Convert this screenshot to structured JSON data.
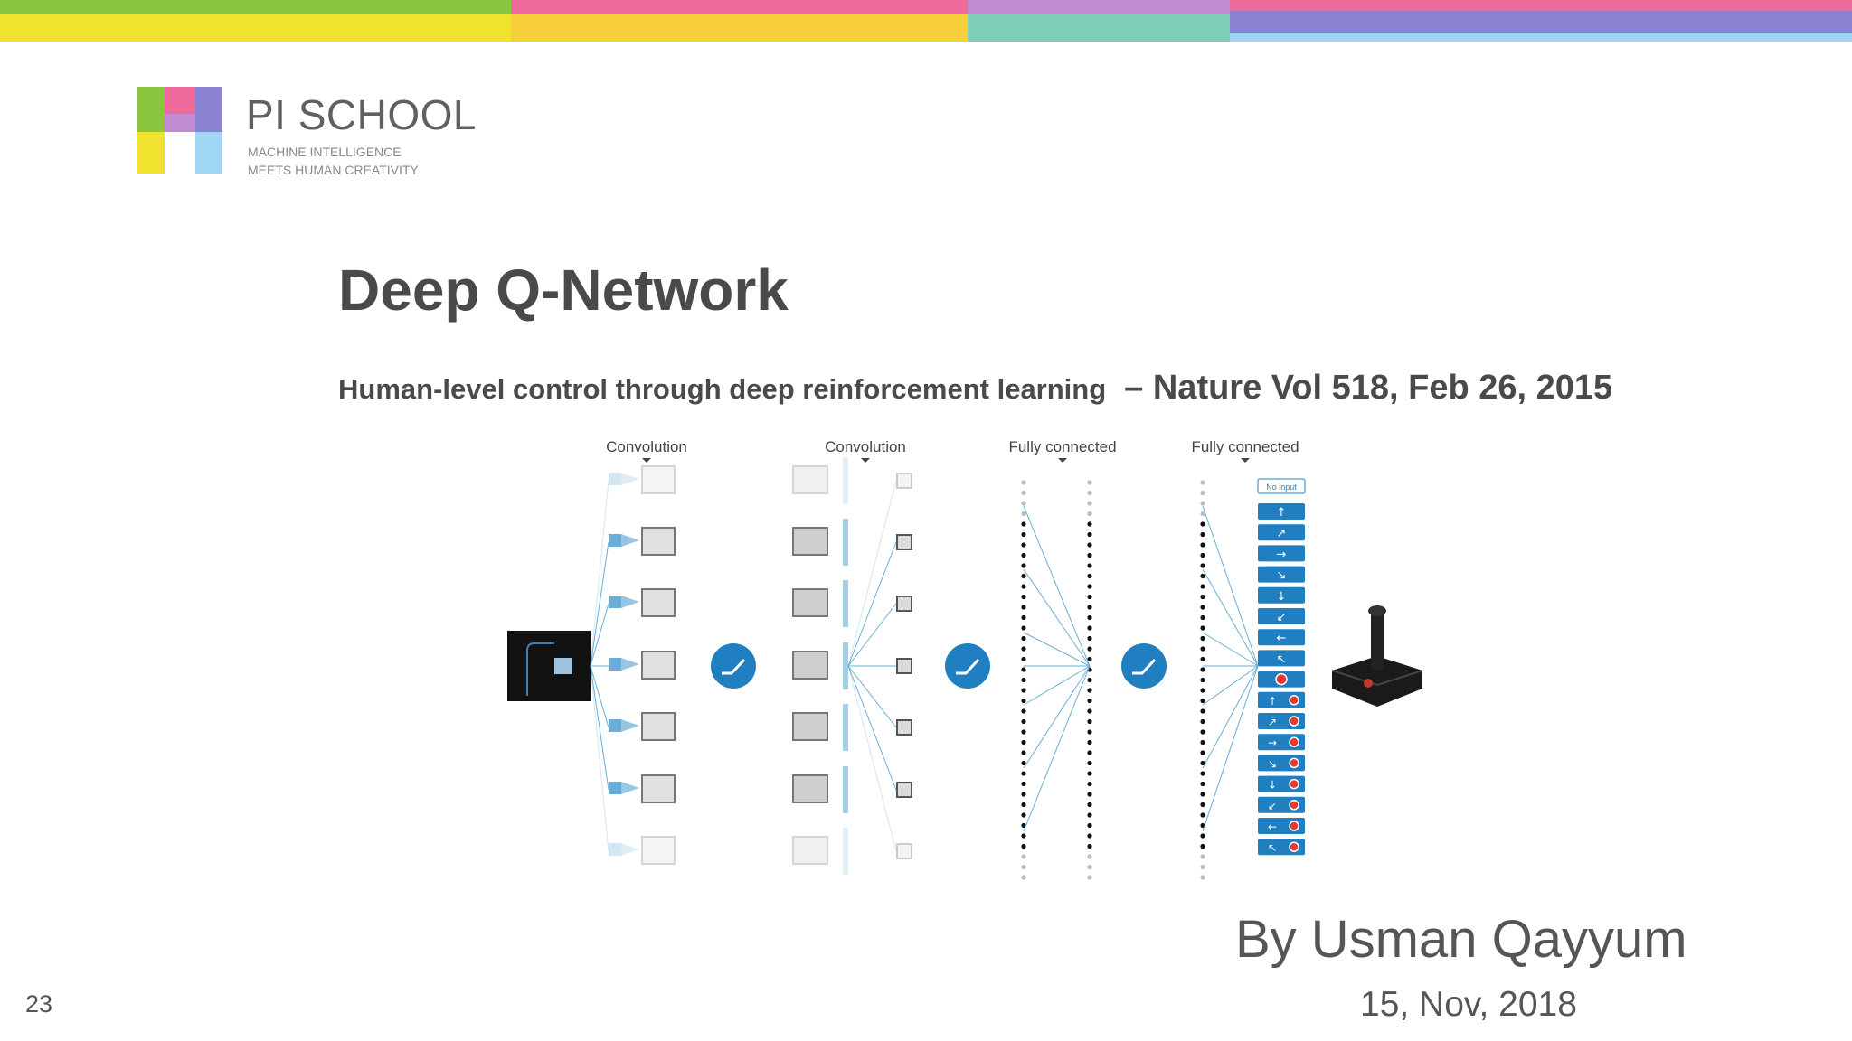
{
  "brand": {
    "name": "PI SCHOOL",
    "tagline_line1": "MACHINE INTELLIGENCE",
    "tagline_line2": "MEETS HUMAN CREATIVITY"
  },
  "slide": {
    "title": "Deep Q-Network",
    "subtitle": "Human-level control through deep reinforcement learning",
    "citation": "– Nature Vol 518, Feb 26, 2015",
    "author": "By Usman Qayyum",
    "date": "15, Nov, 2018",
    "page_number": "23"
  },
  "diagram": {
    "layer_labels": [
      "Convolution",
      "Convolution",
      "Fully connected",
      "Fully connected"
    ],
    "output_first_label": "No input",
    "colors": {
      "accent_blue": "#1f7fc0",
      "line_blue": "#6aaed6",
      "node_grey": "#bdbdbd"
    },
    "output_arrows": [
      "↑",
      "↗",
      "→",
      "↘",
      "↓",
      "↙",
      "←",
      "↖"
    ]
  },
  "colors": {
    "bar_green": "#8cc63f",
    "bar_yellow": "#f2e230",
    "bar_pink": "#ee6a9c",
    "bar_teal": "#7fcfb8",
    "bar_purple": "#8b82d4",
    "bar_lightblue": "#9fd6f2",
    "text": "#4a4a4a"
  }
}
